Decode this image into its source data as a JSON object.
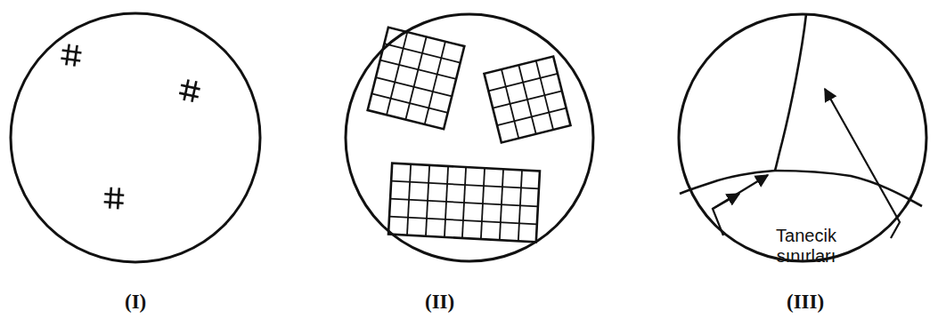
{
  "diagram": {
    "labels": [
      "(I)",
      "(II)",
      "Tanecik sınırları",
      "(III)"
    ]
  }
}
